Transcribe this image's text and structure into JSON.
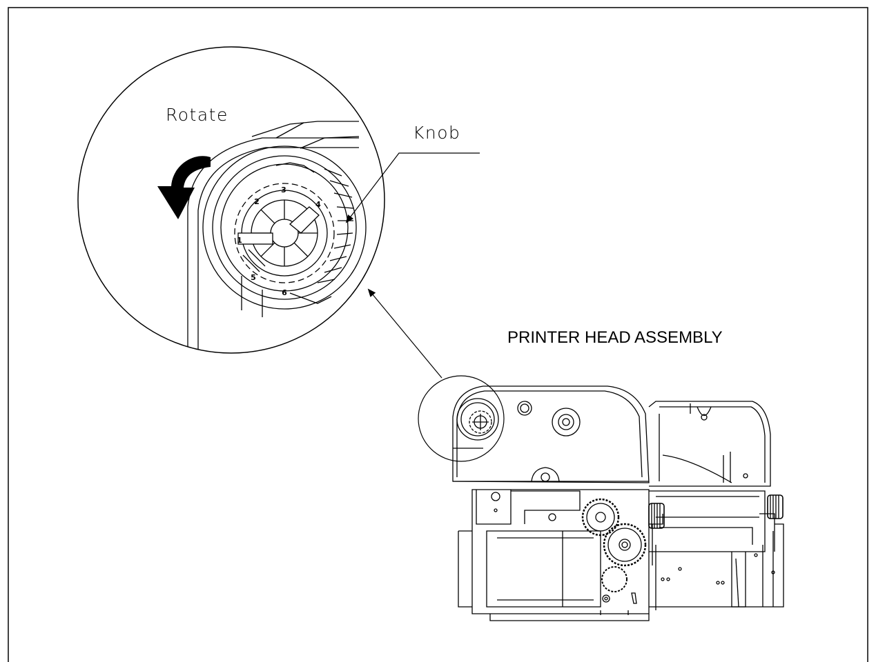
{
  "labels": {
    "rotate": "Rotate",
    "knob": "Knob",
    "assembly": "PRINTER HEAD ASSEMBLY"
  },
  "colors": {
    "line": "#000000",
    "background": "#ffffff"
  },
  "icons": {
    "rotate_arrow": "curved-arrow-icon"
  },
  "knob_dial_numbers": [
    "1",
    "2",
    "3",
    "4",
    "5",
    "6"
  ]
}
